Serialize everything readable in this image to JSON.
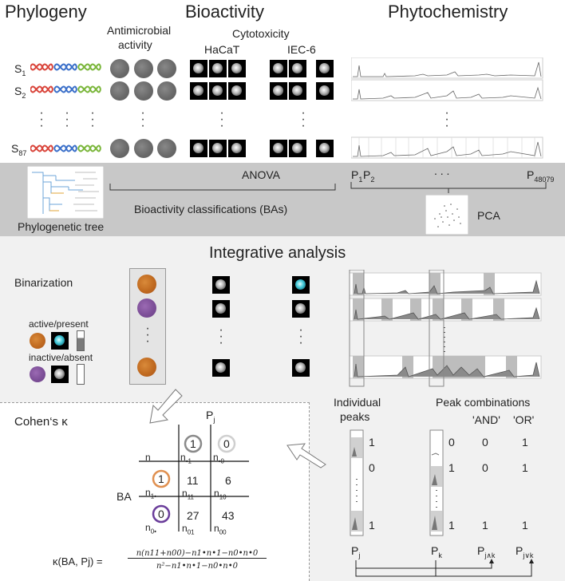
{
  "headers": {
    "phylogeny": "Phylogeny",
    "bioactivity": "Bioactivity",
    "phytochemistry": "Phytochemistry"
  },
  "bioactivity_labels": {
    "antimicrobial_1": "Antimicrobial",
    "antimicrobial_2": "activity",
    "cytotoxicity": "Cytotoxicity",
    "hacat": "HaCaT",
    "iec6": "IEC-6"
  },
  "samples": [
    {
      "base": "S",
      "sub": "1"
    },
    {
      "base": "S",
      "sub": "2"
    },
    {
      "base": "S",
      "sub": "87"
    }
  ],
  "gray_band": {
    "anova": "ANOVA",
    "ba_classifications": "Bioactivity classifications (BAs)",
    "phylogenetic_tree": "Phylogenetic tree",
    "pca": "PCA",
    "p1": {
      "base": "P",
      "sub": "1"
    },
    "p2": {
      "base": "P",
      "sub": "2"
    },
    "p_last": {
      "base": "P",
      "sub": "48079"
    },
    "ellipsis": ". . ."
  },
  "integrative": {
    "title": "Integrative analysis",
    "binarization": "Binarization",
    "active_present": "active/present",
    "inactive_absent": "inactive/absent"
  },
  "cohen": {
    "title": "Cohen‘s κ",
    "pj": {
      "base": "P",
      "sub": "j"
    },
    "ba": "BA",
    "n": "n",
    "col_headers": [
      "1",
      "0"
    ],
    "col_counts": [
      {
        "base": "n",
        "sub": "•1"
      },
      {
        "base": "n",
        "sub": "•0"
      }
    ],
    "rows": [
      {
        "label": "1",
        "count": {
          "base": "n",
          "sub": "1•"
        },
        "values": [
          "11",
          "6"
        ],
        "cells": [
          {
            "base": "n",
            "sub": "11"
          },
          {
            "base": "n",
            "sub": "10"
          }
        ]
      },
      {
        "label": "0",
        "count": {
          "base": "n",
          "sub": "0•"
        },
        "values": [
          "27",
          "43"
        ],
        "cells": [
          {
            "base": "n",
            "sub": "01"
          },
          {
            "base": "n",
            "sub": "00"
          }
        ]
      }
    ],
    "formula_lhs": "κ(BA, Pj) =",
    "formula_num": "n(n11+n00)−n1•n•1−n0•n•0",
    "formula_den": "n²−n1•n•1−n0•n•0"
  },
  "peaks": {
    "individual_1": "Individual",
    "individual_2": "peaks",
    "combinations": "Peak combinations",
    "and": "'AND'",
    "or": "'OR'",
    "pj_values": [
      "1",
      "0",
      "1"
    ],
    "pk_values": [
      "0",
      "1",
      "1"
    ],
    "and_values": [
      "0",
      "0",
      "1"
    ],
    "or_values": [
      "1",
      "1",
      "1"
    ],
    "pj": {
      "base": "P",
      "sub": "j"
    },
    "pk": {
      "base": "P",
      "sub": "k"
    },
    "pjand": {
      "base": "P",
      "sub": "j∧k"
    },
    "pjor": {
      "base": "P",
      "sub": "j∨k"
    }
  },
  "colors": {
    "gray_band": "#c8c8c8",
    "light_band": "#f1f1f1",
    "active": "#c06a20",
    "inactive": "#7d4f98",
    "dna_red": "#d9443a",
    "dna_blue": "#3a6fc9",
    "dna_green": "#7ab63a"
  },
  "icons": [
    "dna-icon",
    "petri-dish-icon",
    "cell-image-icon",
    "chromatogram-icon",
    "phylogenetic-tree-icon",
    "pca-scatter-icon"
  ]
}
